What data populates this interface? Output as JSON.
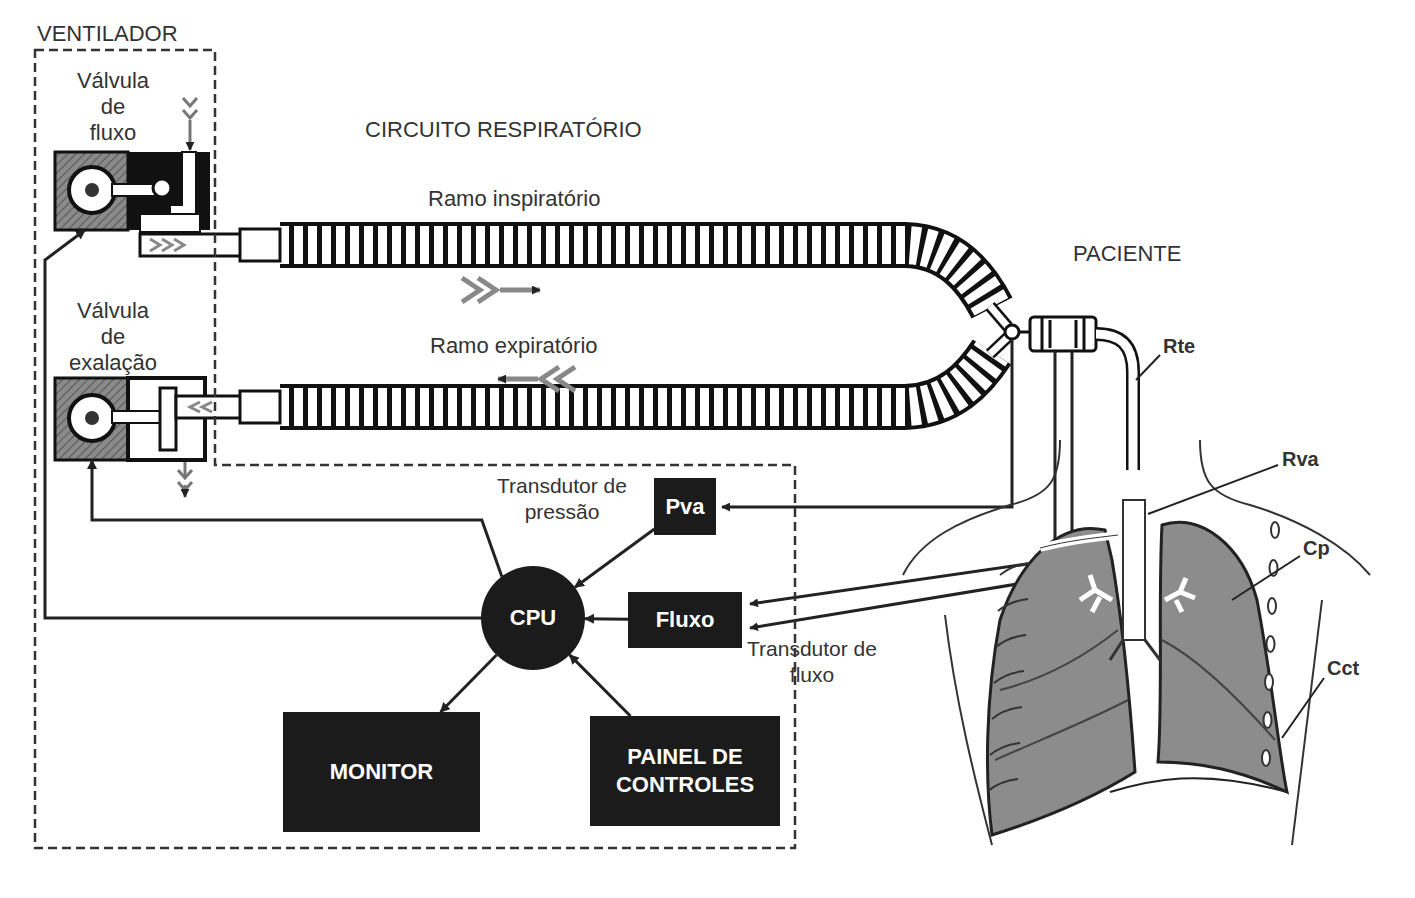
{
  "diagram": {
    "nodes": [
      {
        "text": [
          "VENTILADOR"
        ]
      },
      {
        "text": [
          "Válvula de fluxo"
        ],
        "in": 0
      },
      {
        "text": [
          "Válvula de exalação"
        ],
        "in": 0
      },
      {
        "text": [
          "Pva"
        ],
        "in": 0
      },
      {
        "text": [
          "CPU"
        ],
        "in": 0
      },
      {
        "text": [
          "Fluxo"
        ],
        "in": 0
      },
      {
        "text": [
          "MONITOR"
        ],
        "in": 0
      },
      {
        "text": [
          "PAINEL DE CONTROLES"
        ],
        "in": 0
      }
    ],
    "edges": [
      {
        "from": 3,
        "to": 4,
        "arrow": "to"
      },
      {
        "from": 5,
        "to": 4,
        "arrow": "to"
      },
      {
        "from": 7,
        "to": 4,
        "arrow": "to"
      },
      {
        "from": 4,
        "to": 6,
        "arrow": "to"
      },
      {
        "from": 4,
        "to": 2,
        "arrow": "to"
      },
      {
        "from": 4,
        "to": 1,
        "arrow": "to"
      }
    ],
    "labels": [
      "CIRCUITO RESPIRATÓRIO",
      "Ramo inspiratório",
      "Ramo expiratório",
      "PACIENTE",
      "Transdutor de pressão",
      "Transdutor de fluxo",
      "Rte",
      "Rva",
      "Cp",
      "Cct"
    ]
  }
}
